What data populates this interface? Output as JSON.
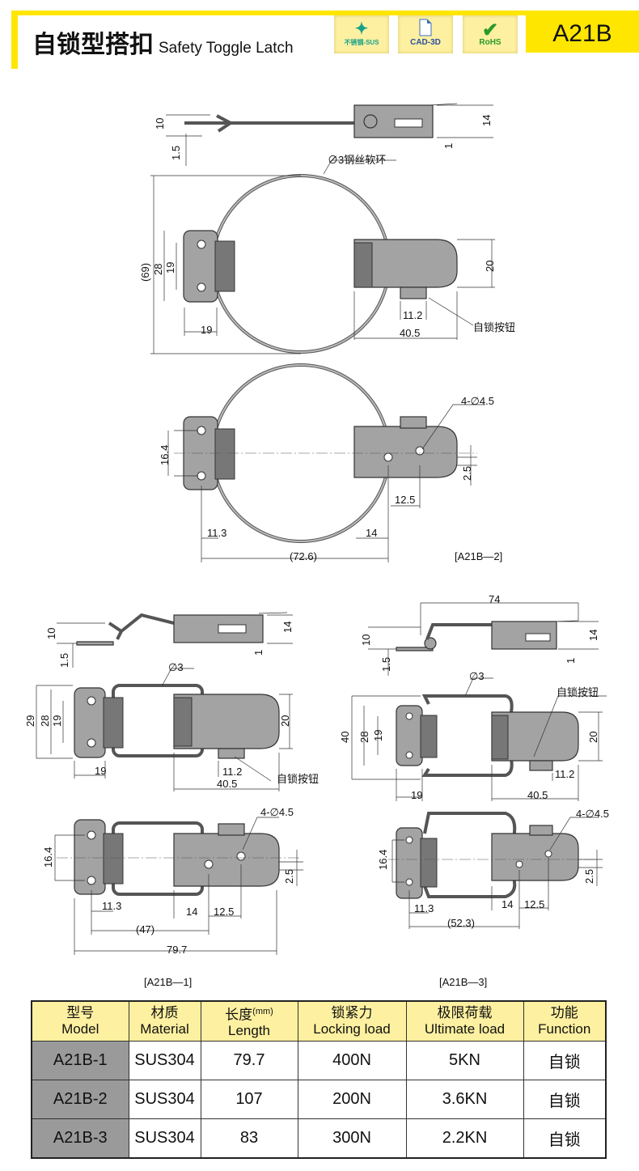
{
  "header": {
    "title_cn": "自锁型搭扣",
    "title_en": "Safety Toggle Latch",
    "model": "A21B",
    "badges": [
      {
        "icon": "sparkle-icon",
        "label": "不锈钢-SUS"
      },
      {
        "icon": "document-icon",
        "label": "CAD-3D"
      },
      {
        "icon": "checkmark-icon",
        "label": "RoHS"
      }
    ]
  },
  "drawings": {
    "a21b2": {
      "caption": "[A21B—2]",
      "side": {
        "h10": "10",
        "h15": "1.5",
        "h14": "14",
        "h1": "1"
      },
      "top": {
        "ring": "3钢丝软环",
        "ring_prefix": "∅",
        "d69": "(69)",
        "d28": "28",
        "d19v": "19",
        "d19": "19",
        "d112": "11.2",
        "d405": "40.5",
        "d20": "20",
        "button": "自锁按钮"
      },
      "bottom": {
        "d164": "16.4",
        "holes": "4-∅4.5",
        "d25": "2.5",
        "d125": "12.5",
        "d113": "11.3",
        "d14": "14",
        "d726": "(72.6)"
      }
    },
    "a21b1": {
      "caption": "[A21B—1]",
      "side": {
        "h10": "10",
        "h15": "1.5",
        "h14": "14",
        "h1": "1"
      },
      "top": {
        "wire": "∅3",
        "d29": "29",
        "d28": "28",
        "d19v": "19",
        "d20": "20",
        "d19": "19",
        "d112": "11.2",
        "d405": "40.5",
        "button": "自锁按钮"
      },
      "bottom": {
        "d164": "16.4",
        "holes": "4-∅4.5",
        "d25": "2.5",
        "d113": "11.3",
        "d14": "14",
        "d125": "12.5",
        "d47": "(47)",
        "d797": "79.7"
      }
    },
    "a21b3": {
      "caption": "[A21B—3]",
      "side": {
        "d74": "74",
        "h10": "10",
        "h15": "1.5",
        "h14": "14",
        "h1": "1"
      },
      "top": {
        "wire": "∅3",
        "button": "自锁按钮",
        "d40": "40",
        "d28": "28",
        "d19v": "19",
        "d20": "20",
        "d19": "19",
        "d112": "11.2",
        "d405": "40.5"
      },
      "bottom": {
        "d164": "16.4",
        "holes": "4-∅4.5",
        "d25": "2.5",
        "d113": "11.3",
        "d14": "14",
        "d125": "12.5",
        "d523": "(52.3)"
      }
    }
  },
  "table": {
    "headers": [
      {
        "cn": "型号",
        "en": "Model"
      },
      {
        "cn": "材质",
        "en": "Material"
      },
      {
        "cn": "长度",
        "unit": "(mm)",
        "en": "Length"
      },
      {
        "cn": "锁紧力",
        "en": "Locking load"
      },
      {
        "cn": "极限荷载",
        "en": "Ultimate load"
      },
      {
        "cn": "功能",
        "en": "Function"
      }
    ],
    "rows": [
      [
        "A21B-1",
        "SUS304",
        "79.7",
        "400N",
        "5KN",
        "自锁"
      ],
      [
        "A21B-2",
        "SUS304",
        "107",
        "200N",
        "3.6KN",
        "自锁"
      ],
      [
        "A21B-3",
        "SUS304",
        "83",
        "300N",
        "2.2KN",
        "自锁"
      ]
    ]
  }
}
